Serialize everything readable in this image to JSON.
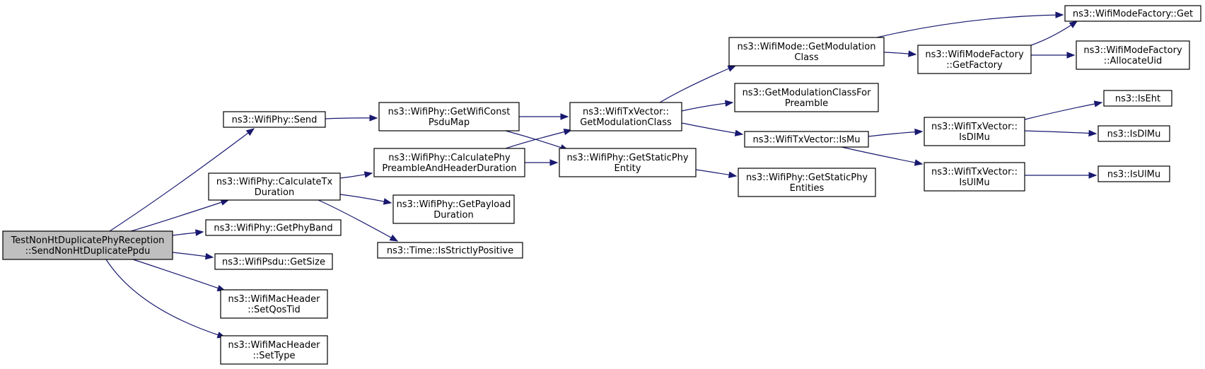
{
  "diagram": {
    "nodes": {
      "root": [
        "TestNonHtDuplicatePhyReception",
        "::SendNonHtDuplicatePpdu"
      ],
      "send": [
        "ns3::WifiPhy::Send"
      ],
      "calcTx": [
        "ns3::WifiPhy::CalculateTx",
        "Duration"
      ],
      "getPhyBand": [
        "ns3::WifiPhy::GetPhyBand"
      ],
      "getSize": [
        "ns3::WifiPsdu::GetSize"
      ],
      "setQos": [
        "ns3::WifiMacHeader",
        "::SetQosTid"
      ],
      "setType": [
        "ns3::WifiMacHeader",
        "::SetType"
      ],
      "getWifiConst": [
        "ns3::WifiPhy::GetWifiConst",
        "PsduMap"
      ],
      "calcPre": [
        "ns3::WifiPhy::CalculatePhy",
        "PreambleAndHeaderDuration"
      ],
      "getPayload": [
        "ns3::WifiPhy::GetPayload",
        "Duration"
      ],
      "isStrict": [
        "ns3::Time::IsStrictlyPositive"
      ],
      "getModClass": [
        "ns3::WifiTxVector::",
        "GetModulationClass"
      ],
      "getStaticEntity": [
        "ns3::WifiPhy::GetStaticPhy",
        "Entity"
      ],
      "modeGetMod": [
        "ns3::WifiMode::GetModulation",
        "Class"
      ],
      "getModPre": [
        "ns3::GetModulationClassFor",
        "Preamble"
      ],
      "isMu": [
        "ns3::WifiTxVector::IsMu"
      ],
      "getStaticEntities": [
        "ns3::WifiPhy::GetStaticPhy",
        "Entities"
      ],
      "factGet": [
        "ns3::WifiModeFactory::Get"
      ],
      "factGetFact": [
        "ns3::WifiModeFactory",
        "::GetFactory"
      ],
      "allocUid": [
        "ns3::WifiModeFactory",
        "::AllocateUid"
      ],
      "isDlMuV": [
        "ns3::WifiTxVector::",
        "IsDlMu"
      ],
      "isUlMuV": [
        "ns3::WifiTxVector::",
        "IsUlMu"
      ],
      "isEht": [
        "ns3::IsEht"
      ],
      "isDlMu": [
        "ns3::IsDlMu"
      ],
      "isUlMu": [
        "ns3::IsUlMu"
      ]
    }
  }
}
